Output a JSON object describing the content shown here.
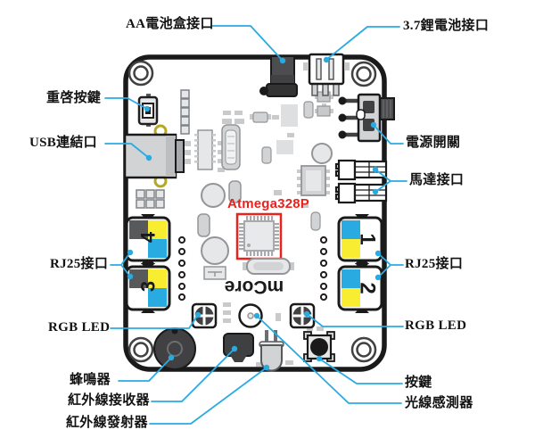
{
  "diagram": {
    "chip_label": "Atmega328P",
    "board_logo": "mCore",
    "labels": {
      "aa_battery": "AA電池盒接口",
      "li_battery": "3.7鋰電池接口",
      "reset": "重啓按鍵",
      "usb": "USB連結口",
      "rj25_left": "RJ25接口",
      "rgb_led_left": "RGB LED",
      "buzzer": "蜂鳴器",
      "ir_receiver": "紅外線接收器",
      "ir_transmitter": "紅外線發射器",
      "power_switch": "電源開關",
      "motor": "馬達接口",
      "rj25_right": "RJ25接口",
      "rgb_led_right": "RGB LED",
      "button": "按鍵",
      "light_sensor": "光線感測器"
    },
    "ports": {
      "left_top": "4",
      "left_bottom": "3",
      "right_top": "1",
      "right_bottom": "2"
    },
    "colors": {
      "leader_blue": "#29ABE2",
      "highlight_red": "#E8231E",
      "port_yellow": "#F9ED32",
      "port_blue": "#29ABE2",
      "port_gray": "#58595B",
      "board_edge": "#1A1A1A"
    }
  }
}
